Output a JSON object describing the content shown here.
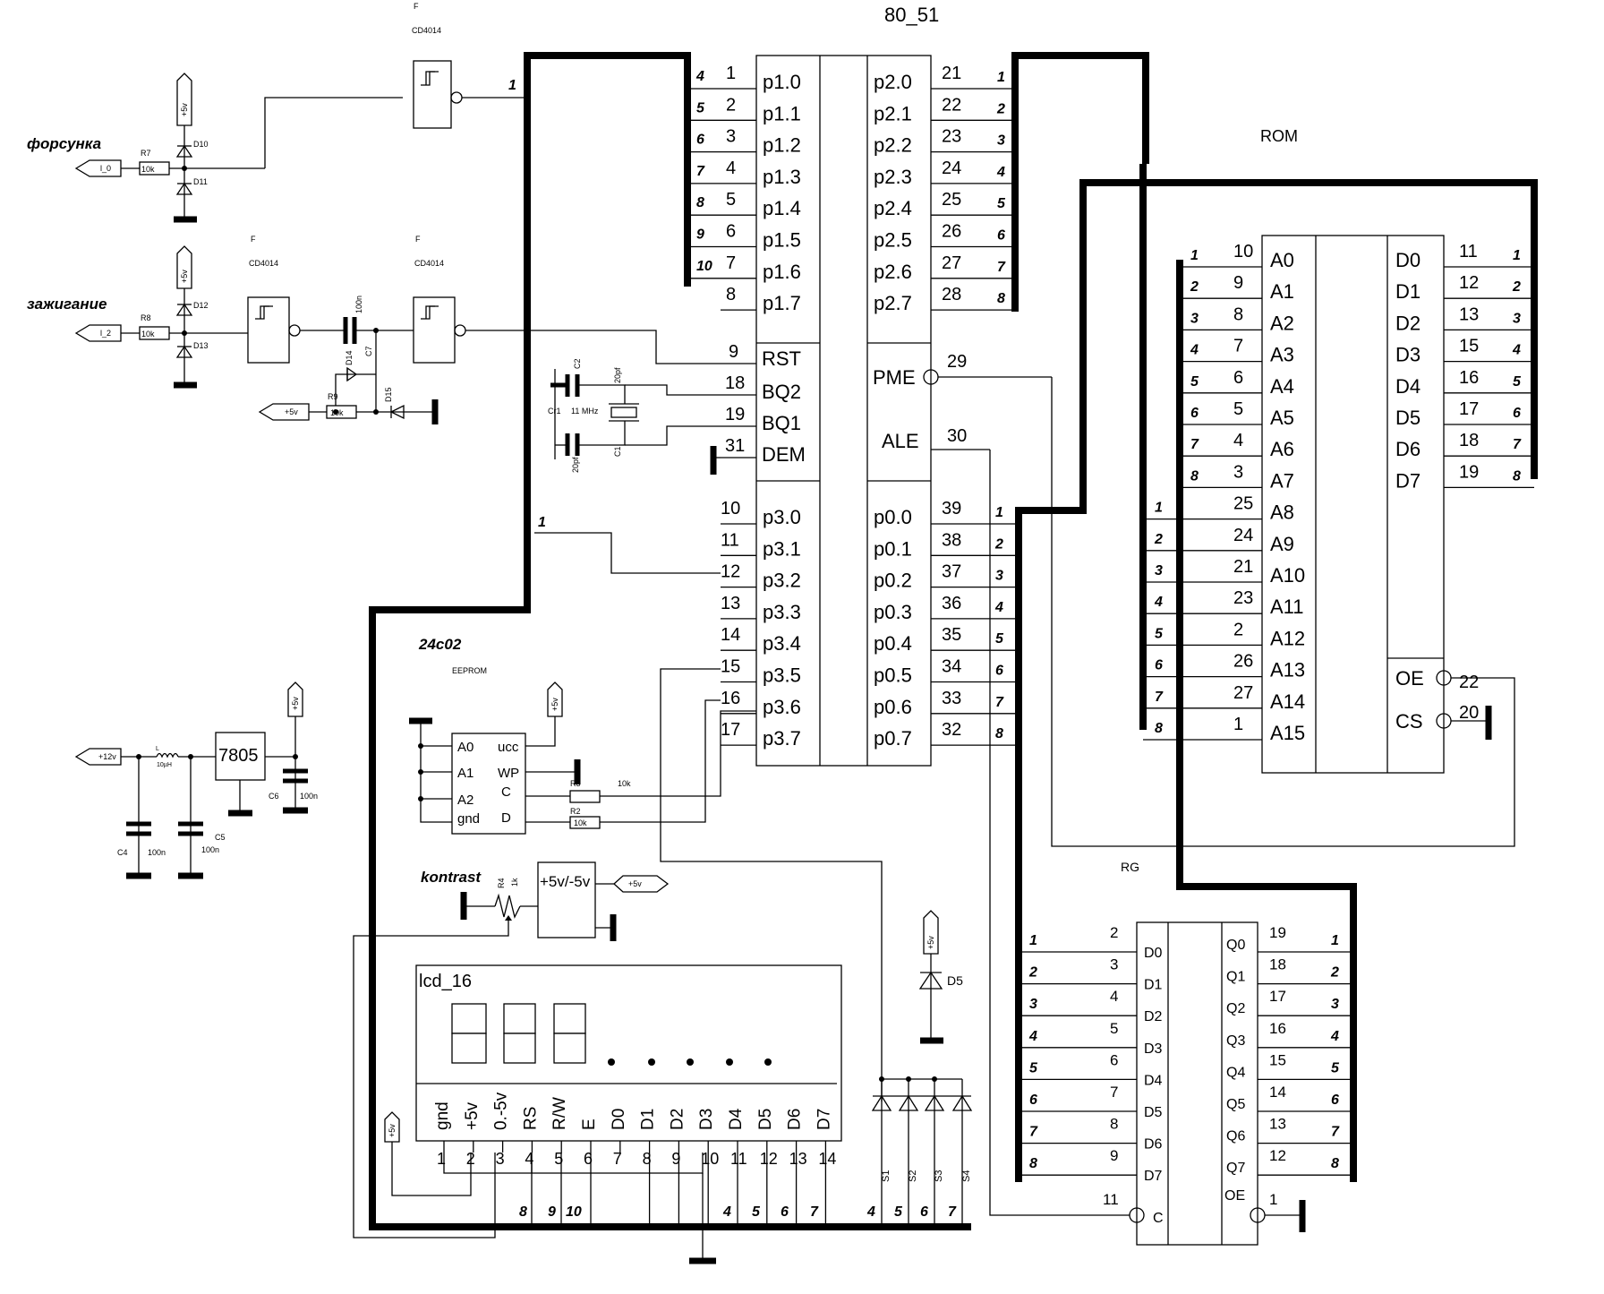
{
  "mcu": {
    "title": "80_51",
    "p1_names": [
      "p1.0",
      "p1.1",
      "p1.2",
      "p1.3",
      "p1.4",
      "p1.5",
      "p1.6",
      "p1.7"
    ],
    "p1_nums": [
      "1",
      "2",
      "3",
      "4",
      "5",
      "6",
      "7",
      "8"
    ],
    "p1_bus": [
      "4",
      "5",
      "6",
      "7",
      "8",
      "9",
      "10"
    ],
    "p2_names": [
      "p2.0",
      "p2.1",
      "p2.2",
      "p2.3",
      "p2.4",
      "p2.5",
      "p2.6",
      "p2.7"
    ],
    "p2_nums": [
      "21",
      "22",
      "23",
      "24",
      "25",
      "26",
      "27",
      "28"
    ],
    "p2_bus": [
      "1",
      "2",
      "3",
      "4",
      "5",
      "6",
      "7",
      "8"
    ],
    "ctl_names": [
      "RST",
      "BQ2",
      "BQ1",
      "DEM"
    ],
    "ctl_nums": [
      "9",
      "18",
      "19",
      "31"
    ],
    "pme": "PME",
    "pme_num": "29",
    "ale": "ALE",
    "ale_num": "30",
    "p3_names": [
      "p3.0",
      "p3.1",
      "p3.2",
      "p3.3",
      "p3.4",
      "p3.5",
      "p3.6",
      "p3.7"
    ],
    "p3_nums": [
      "10",
      "11",
      "12",
      "13",
      "14",
      "15",
      "16",
      "17"
    ],
    "p0_names": [
      "p0.0",
      "p0.1",
      "p0.2",
      "p0.3",
      "p0.4",
      "p0.5",
      "p0.6",
      "p0.7"
    ],
    "p0_nums": [
      "39",
      "38",
      "37",
      "36",
      "35",
      "34",
      "33",
      "32"
    ],
    "p0_bus": [
      "1",
      "2",
      "3",
      "4",
      "5",
      "6",
      "7",
      "8"
    ]
  },
  "rom": {
    "title": "ROM",
    "a_names": [
      "A0",
      "A1",
      "A2",
      "A3",
      "A4",
      "A5",
      "A6",
      "A7",
      "A8",
      "A9",
      "A10",
      "A11",
      "A12",
      "A13",
      "A14",
      "A15"
    ],
    "a_nums": [
      "10",
      "9",
      "8",
      "7",
      "6",
      "5",
      "4",
      "3",
      "25",
      "24",
      "21",
      "23",
      "2",
      "26",
      "27",
      "1"
    ],
    "a_bus": [
      "1",
      "2",
      "3",
      "4",
      "5",
      "6",
      "7",
      "8",
      "1",
      "2",
      "3",
      "4",
      "5",
      "6",
      "7",
      "8"
    ],
    "d_names": [
      "D0",
      "D1",
      "D2",
      "D3",
      "D4",
      "D5",
      "D6",
      "D7"
    ],
    "d_nums": [
      "11",
      "12",
      "13",
      "15",
      "16",
      "17",
      "18",
      "19"
    ],
    "d_bus": [
      "1",
      "2",
      "3",
      "4",
      "5",
      "6",
      "7",
      "8"
    ],
    "oe": "OE",
    "oe_num": "22",
    "cs": "CS",
    "cs_num": "20"
  },
  "rg": {
    "title": "RG",
    "d_names": [
      "D0",
      "D1",
      "D2",
      "D3",
      "D4",
      "D5",
      "D6",
      "D7"
    ],
    "d_nums": [
      "2",
      "3",
      "4",
      "5",
      "6",
      "7",
      "8",
      "9"
    ],
    "d_bus": [
      "1",
      "2",
      "3",
      "4",
      "5",
      "6",
      "7",
      "8"
    ],
    "q_names": [
      "Q0",
      "Q1",
      "Q2",
      "Q3",
      "Q4",
      "Q5",
      "Q6",
      "Q7"
    ],
    "q_nums": [
      "19",
      "18",
      "17",
      "16",
      "15",
      "14",
      "13",
      "12"
    ],
    "q_bus": [
      "1",
      "2",
      "3",
      "4",
      "5",
      "6",
      "7",
      "8"
    ],
    "c": "C",
    "c_num": "11",
    "oe": "OE",
    "oe_num": "1"
  },
  "inputs": {
    "injector_label": "форсунка",
    "ignition_label": "зажигание",
    "l0": "l_0",
    "l2": "l_2",
    "r7": "R7",
    "r7v": "10k",
    "r8": "R8",
    "r8v": "10k",
    "r9": "R9",
    "r9v": "10k",
    "d10": "D10",
    "d11": "D11",
    "d12": "D12",
    "d13": "D13",
    "d14": "D14",
    "d15": "D15",
    "c7": "C7",
    "c7v": "100n",
    "gate_f": "F",
    "gate_chip": "CD4014",
    "bus1": "1",
    "plus5": "+5v",
    "plus5v": "+5v"
  },
  "osc": {
    "c2": "C2",
    "c2v": "20pf",
    "c1": "C1",
    "c1v": "20pf",
    "cr": "Cr1",
    "freq": "11 MHz"
  },
  "power": {
    "in": "+12v",
    "l": "L",
    "lv": "10µH",
    "reg": "7805",
    "out": "+5v",
    "c4": "C4",
    "c4v": "100n",
    "c5": "C5",
    "c5v": "100n",
    "c6": "C6",
    "c6v": "100n"
  },
  "eeprom": {
    "title": "24c02",
    "sub": "EEPROM",
    "pins_l": [
      "A0",
      "A1",
      "A2",
      "gnd"
    ],
    "pins_r": [
      "ucc",
      "WP",
      "C",
      "D"
    ],
    "r3": "R3",
    "r3v": "10k",
    "r2": "R2",
    "r2v": "10k",
    "vcc": "+5v"
  },
  "contrast": {
    "label": "kontrast",
    "r4": "R4",
    "r4v": "1k",
    "conv": "+5v/-5v",
    "out": "+5v"
  },
  "lcd": {
    "title": "lcd_16",
    "pins": [
      "gnd",
      "+5v",
      "0.-5v",
      "RS",
      "R/W",
      "E",
      "D0",
      "D1",
      "D2",
      "D3",
      "D4",
      "D5",
      "D6",
      "D7"
    ],
    "nums": [
      "1",
      "2",
      "3",
      "4",
      "5",
      "6",
      "7",
      "8",
      "9",
      "10",
      "11",
      "12",
      "13",
      "14"
    ],
    "bus": [
      "8",
      "9",
      "10",
      "4",
      "5",
      "6",
      "7"
    ],
    "vcc": "+5v"
  },
  "keys": {
    "names": [
      "S1",
      "S2",
      "S3",
      "S4"
    ],
    "bus": [
      "4",
      "5",
      "6",
      "7"
    ],
    "d5": "D5",
    "vcc": "+5v"
  }
}
